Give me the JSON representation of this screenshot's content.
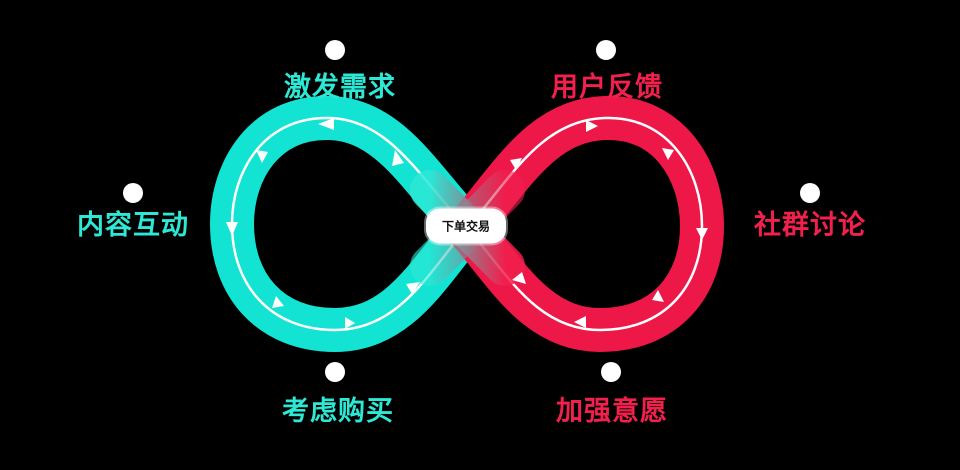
{
  "center": {
    "label": "下单交易"
  },
  "stages": {
    "left_top": "激发需求",
    "left_mid": "内容互动",
    "left_bottom": "考虑购买",
    "right_top": "用户反馈",
    "right_mid": "社群讨论",
    "right_bottom": "加强意愿"
  },
  "colors": {
    "teal": "#2ee8d6",
    "red": "#f2204d",
    "dot": "#ffffff",
    "background": "#000000"
  }
}
